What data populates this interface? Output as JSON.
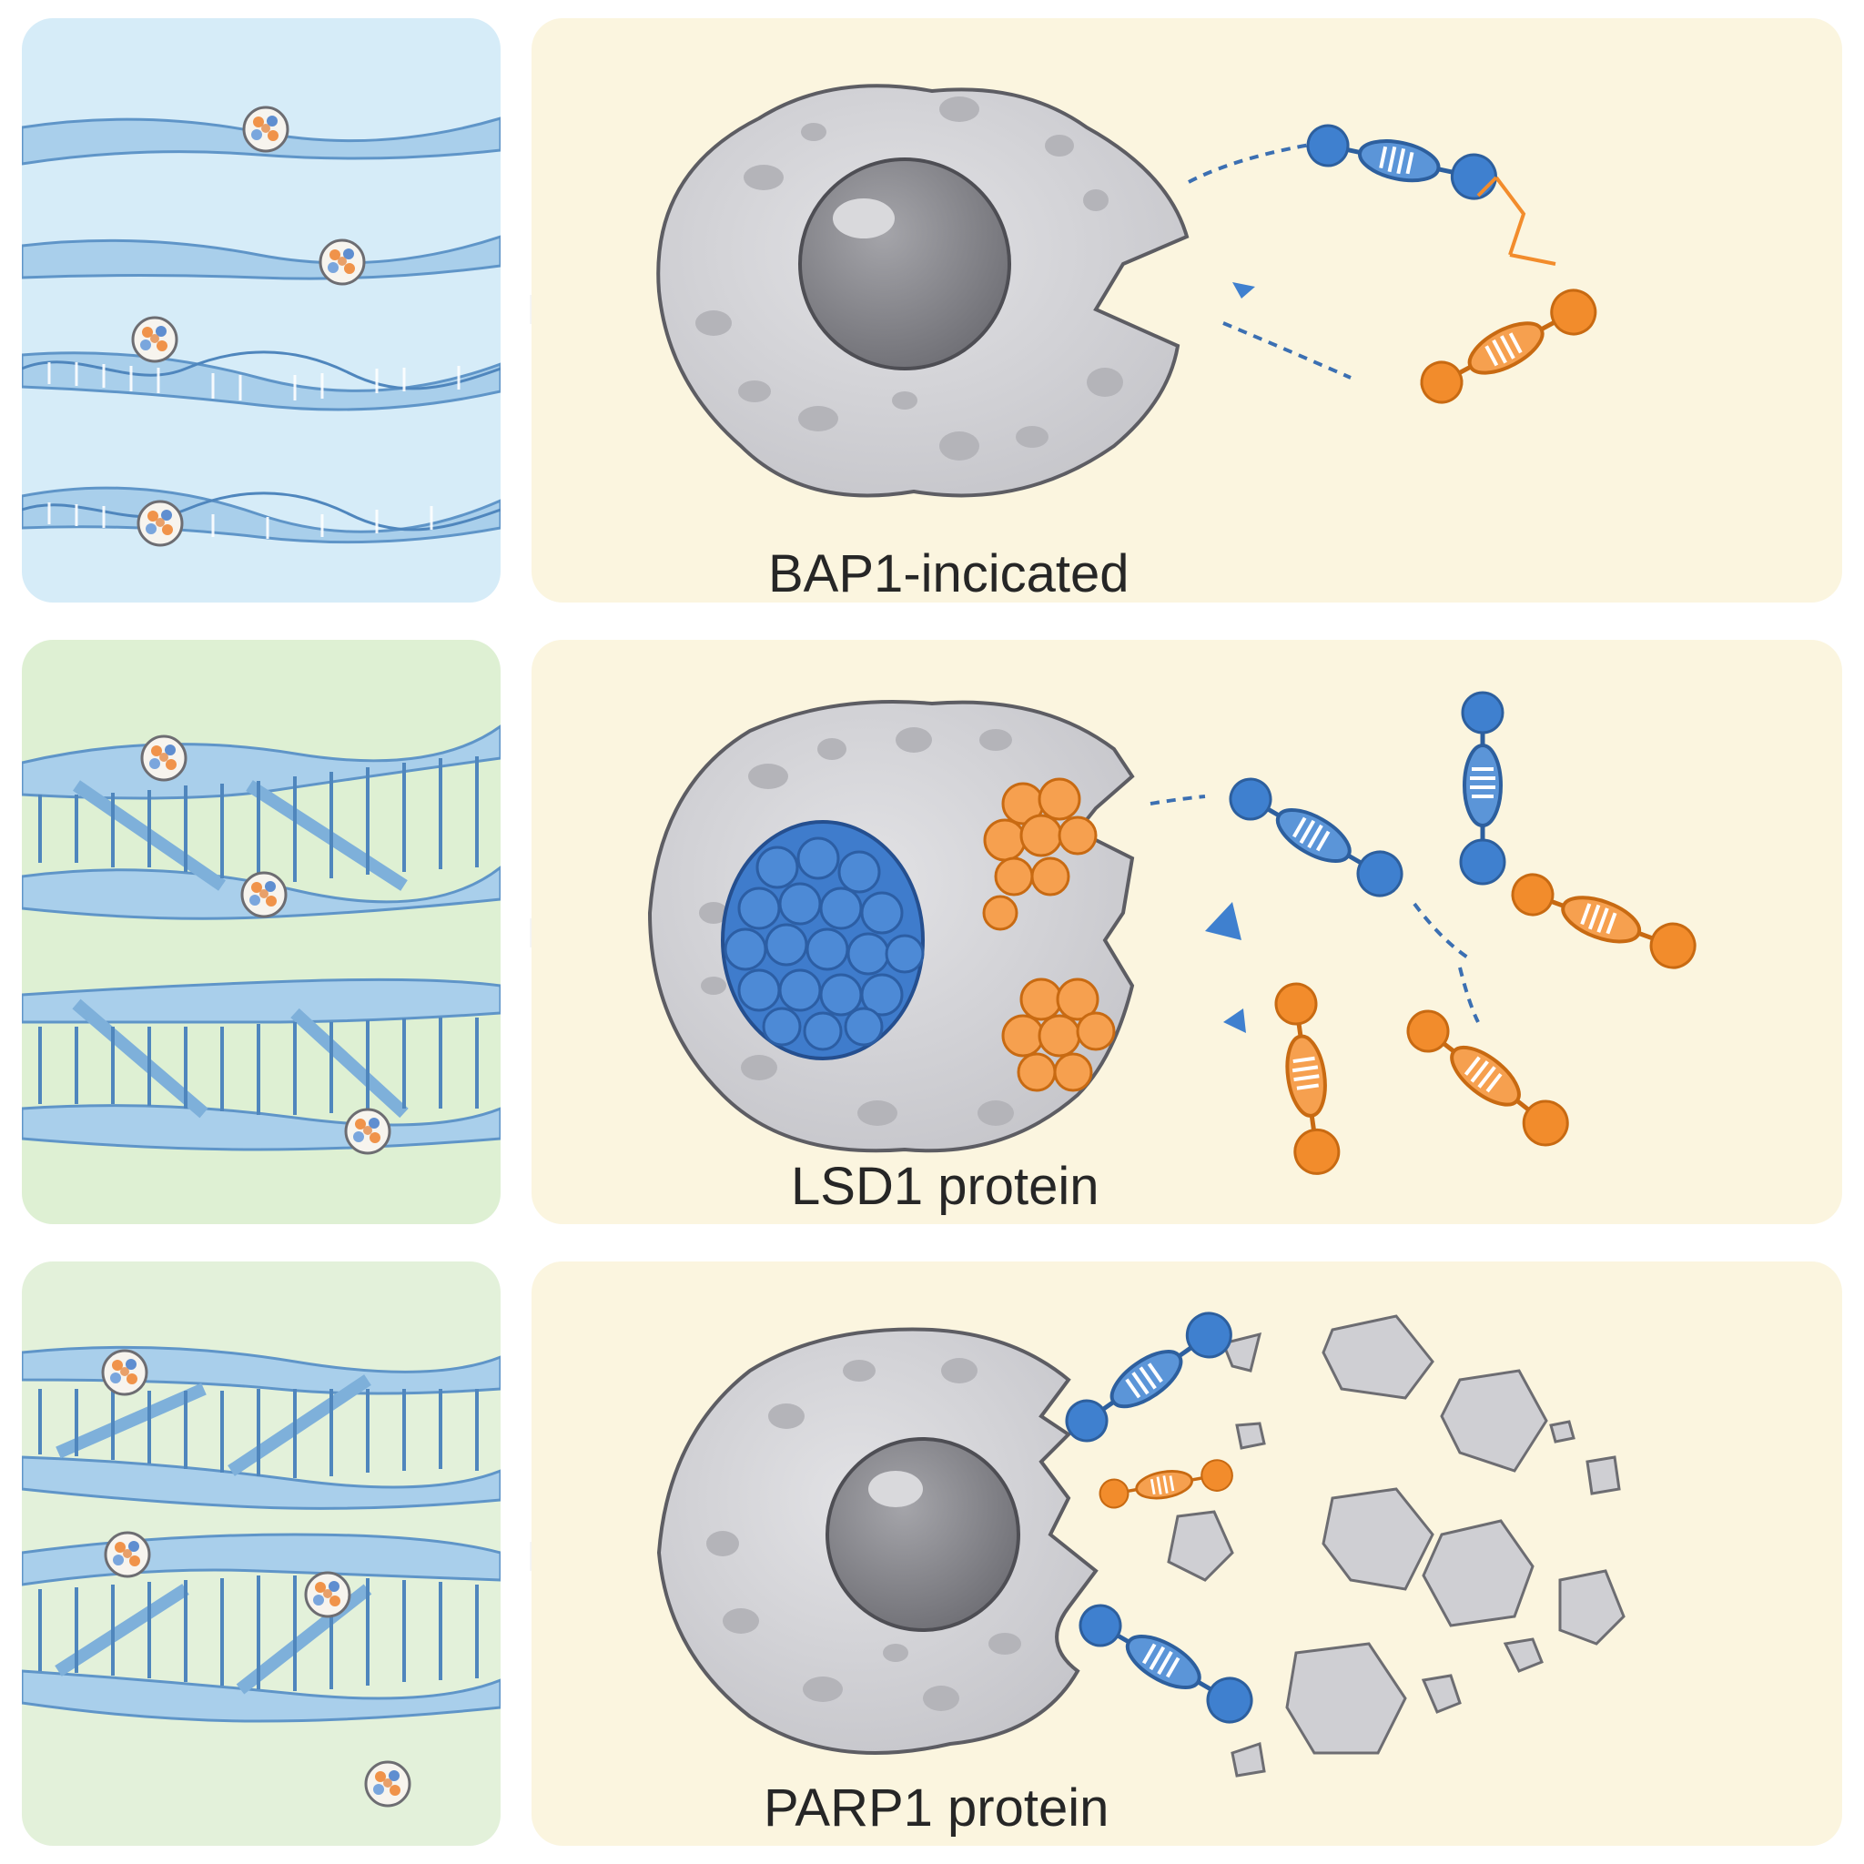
{
  "rows": [
    {
      "label": "BAP1-incicated",
      "left_bg": "#d6ecf8",
      "right_bg": "#fbf5df"
    },
    {
      "label": "LSD1 protein",
      "left_bg": "#def0d3",
      "right_bg": "#fbf5df"
    },
    {
      "label": "PARP1 protein",
      "left_bg": "#e3f1da",
      "right_bg": "#fbf5df"
    }
  ],
  "colors": {
    "strand": "#9cc7e6",
    "strand_stroke": "#5f95c8",
    "blue": "#3f80cf",
    "orange": "#f28c2c",
    "cell": "#d5d5d8",
    "nucleus": "#8e8e92",
    "arrow": "#5c5c66"
  },
  "icons": [
    "dna-strand-icon",
    "particle-bubble-icon",
    "arrow-right-icon",
    "cell-icon",
    "nucleus-icon",
    "antibody-icon",
    "cell-fragment-icon"
  ]
}
